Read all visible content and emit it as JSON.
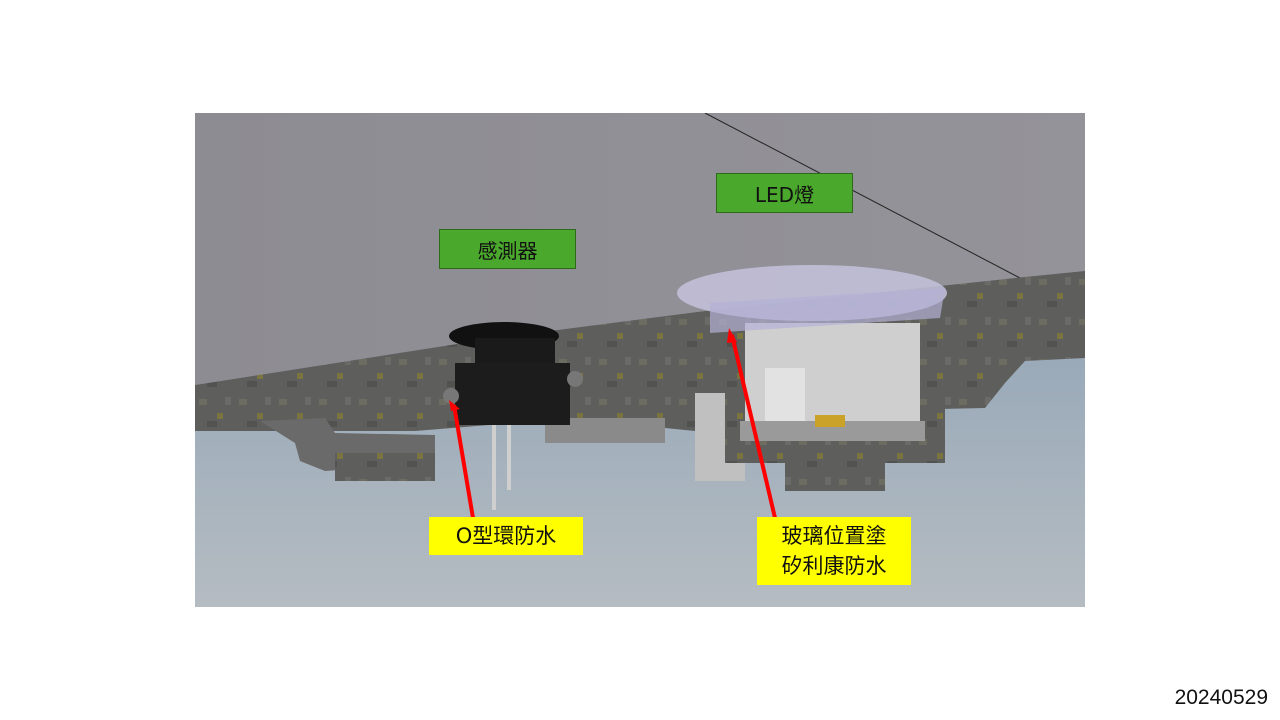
{
  "labels": {
    "sensor": "感測器",
    "led": "LED燈",
    "oring": "O型環防水",
    "glass_line1": "玻璃位置塗",
    "glass_line2": "矽利康防水"
  },
  "date": "20240529",
  "colors": {
    "label_green": "#4aa82c",
    "label_yellow": "#ffff00",
    "arrow": "#ff0000"
  }
}
